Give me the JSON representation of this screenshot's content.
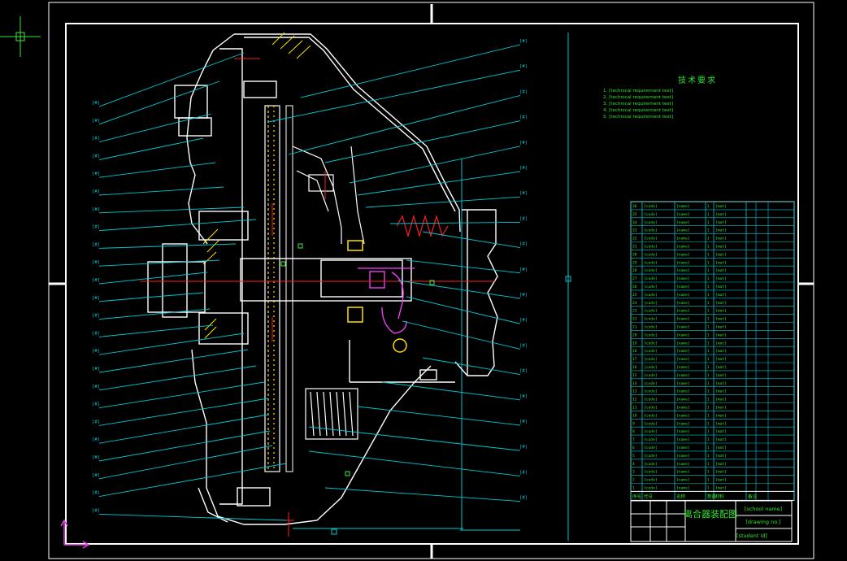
{
  "drawing": {
    "title": "离合器装配图",
    "school": "[school name]",
    "drawing_no": "[drawing no.]",
    "student_id": "[student id]"
  },
  "tech_requirements": {
    "title": "技术要求",
    "items": [
      "1. [technical requirement text]",
      "2. [technical requirement text]",
      "3. [technical requirement text]",
      "4. [technical requirement text]",
      "5. [technical requirement text]"
    ]
  },
  "parts_table": {
    "header": [
      "序号",
      "代号",
      "名称",
      "数量",
      "材料",
      "备注"
    ],
    "rows": [
      [
        "36",
        "[code]",
        "[name]",
        "1",
        "[mat]",
        ""
      ],
      [
        "35",
        "[code]",
        "[name]",
        "1",
        "[mat]",
        ""
      ],
      [
        "34",
        "[code]",
        "[name]",
        "1",
        "[mat]",
        ""
      ],
      [
        "33",
        "[code]",
        "[name]",
        "1",
        "[mat]",
        ""
      ],
      [
        "32",
        "[code]",
        "[name]",
        "1",
        "[mat]",
        ""
      ],
      [
        "31",
        "[code]",
        "[name]",
        "1",
        "[mat]",
        ""
      ],
      [
        "30",
        "[code]",
        "[name]",
        "1",
        "[mat]",
        ""
      ],
      [
        "29",
        "[code]",
        "[name]",
        "1",
        "[mat]",
        ""
      ],
      [
        "28",
        "[code]",
        "[name]",
        "1",
        "[mat]",
        ""
      ],
      [
        "27",
        "[code]",
        "[name]",
        "1",
        "[mat]",
        ""
      ],
      [
        "26",
        "[code]",
        "[name]",
        "1",
        "[mat]",
        ""
      ],
      [
        "25",
        "[code]",
        "[name]",
        "1",
        "[mat]",
        ""
      ],
      [
        "24",
        "[code]",
        "[name]",
        "1",
        "[mat]",
        ""
      ],
      [
        "23",
        "[code]",
        "[name]",
        "1",
        "[mat]",
        ""
      ],
      [
        "22",
        "[code]",
        "[name]",
        "1",
        "[mat]",
        ""
      ],
      [
        "21",
        "[code]",
        "[name]",
        "1",
        "[mat]",
        ""
      ],
      [
        "20",
        "[code]",
        "[name]",
        "1",
        "[mat]",
        ""
      ],
      [
        "19",
        "[code]",
        "[name]",
        "1",
        "[mat]",
        ""
      ],
      [
        "18",
        "[code]",
        "[name]",
        "1",
        "[mat]",
        ""
      ],
      [
        "17",
        "[code]",
        "[name]",
        "1",
        "[mat]",
        ""
      ],
      [
        "16",
        "[code]",
        "[name]",
        "1",
        "[mat]",
        ""
      ],
      [
        "15",
        "[code]",
        "[name]",
        "1",
        "[mat]",
        ""
      ],
      [
        "14",
        "[code]",
        "[name]",
        "1",
        "[mat]",
        ""
      ],
      [
        "13",
        "[code]",
        "[name]",
        "1",
        "[mat]",
        ""
      ],
      [
        "12",
        "[code]",
        "[name]",
        "1",
        "[mat]",
        ""
      ],
      [
        "11",
        "[code]",
        "[name]",
        "1",
        "[mat]",
        ""
      ],
      [
        "10",
        "[code]",
        "[name]",
        "1",
        "[mat]",
        ""
      ],
      [
        "9",
        "[code]",
        "[name]",
        "1",
        "[mat]",
        ""
      ],
      [
        "8",
        "[code]",
        "[name]",
        "1",
        "[mat]",
        ""
      ],
      [
        "7",
        "[code]",
        "[name]",
        "1",
        "[mat]",
        ""
      ],
      [
        "6",
        "[code]",
        "[name]",
        "1",
        "[mat]",
        ""
      ],
      [
        "5",
        "[code]",
        "[name]",
        "1",
        "[mat]",
        ""
      ],
      [
        "4",
        "[code]",
        "[name]",
        "1",
        "[mat]",
        ""
      ],
      [
        "3",
        "[code]",
        "[name]",
        "1",
        "[mat]",
        ""
      ],
      [
        "2",
        "[code]",
        "[name]",
        "1",
        "[mat]",
        ""
      ],
      [
        "1",
        "[code]",
        "[name]",
        "1",
        "[mat]",
        ""
      ]
    ]
  },
  "left_labels": [
    "[#]",
    "[#]",
    "[#]",
    "[#]",
    "[#]",
    "[#]",
    "[#]",
    "[#]",
    "[#]",
    "[#]",
    "[#]",
    "[#]",
    "[#]",
    "[#]",
    "[#]",
    "[#]",
    "[#]",
    "[#]",
    "[#]",
    "[#]",
    "[#]",
    "[#]",
    "[#]",
    "[#]"
  ],
  "right_labels": [
    "[#]",
    "[#]",
    "[#]",
    "[#]",
    "[#]",
    "[#]",
    "[#]",
    "[#]",
    "[#]",
    "[#]",
    "[#]",
    "[#]",
    "[#]",
    "[#]",
    "[#]",
    "[#]",
    "[#]",
    "[#]",
    "[#]"
  ],
  "colors": {
    "background": "#000000",
    "border": "#ffffff",
    "outline": "#ffffff",
    "leader": "#00c8d2",
    "centerline": "#ff2020",
    "text": "#2ee52e",
    "highlight": "#ffe000",
    "magenta": "#ff40ff"
  }
}
